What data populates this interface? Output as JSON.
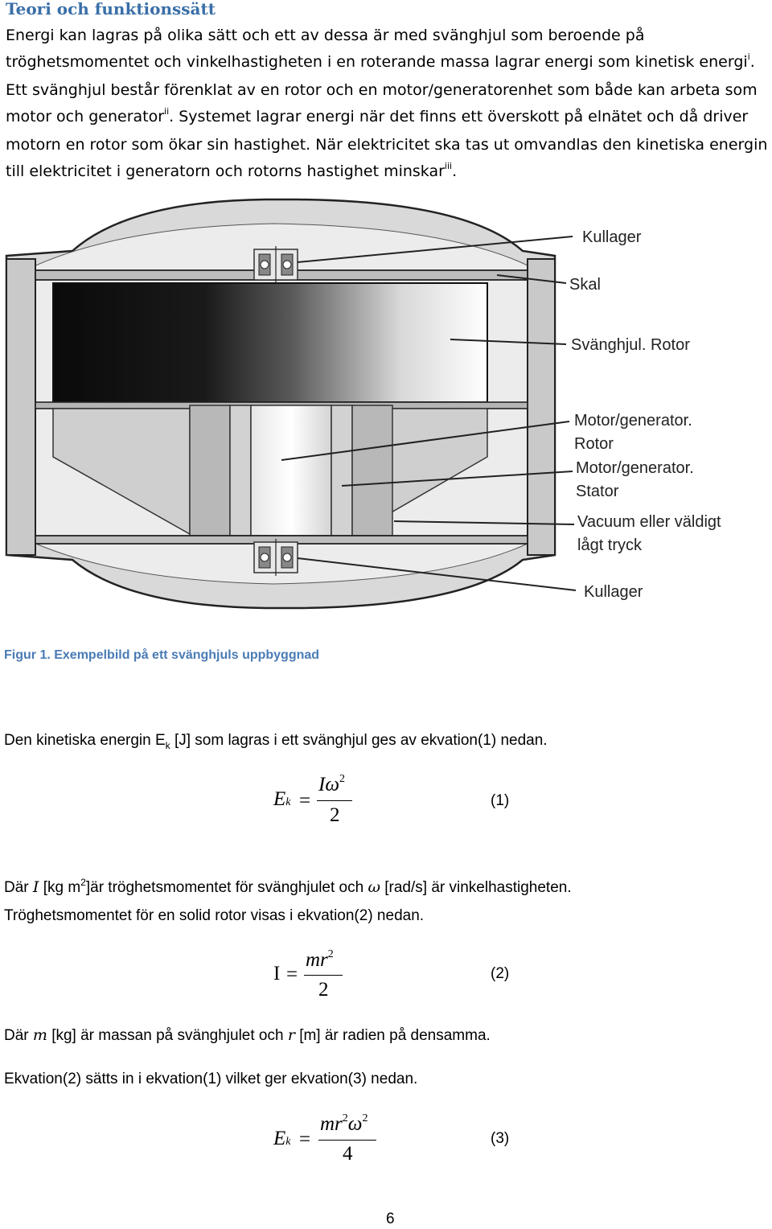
{
  "heading": "Teori och funktionssätt",
  "intro": {
    "p1": "Energi kan lagras på olika sätt och ett av dessa är med svänghjul som beroende på tröghetsmomentet och vinkelhastigheten i en roterande massa lagrar energi som kinetisk energi",
    "ref1": "i",
    "p2": ". Ett svänghjul består förenklat av en rotor och en motor/generatorenhet som både kan arbeta som motor och generator",
    "ref2": "ii",
    "p3": ". Systemet lagrar energi när det finns ett överskott på elnätet och då driver motorn en rotor som ökar sin hastighet. När elektricitet ska tas ut omvandlas den kinetiska energin till elektricitet i generatorn och rotorns hastighet minskar",
    "ref3": "iii",
    "p4": "."
  },
  "figure": {
    "labels": {
      "kullager_top": "Kullager",
      "skal": "Skal",
      "rotor": "Svänghjul. Rotor",
      "mg_rotor_1": "Motor/generator.",
      "mg_rotor_2": "Rotor",
      "mg_stator_1": "Motor/generator.",
      "mg_stator_2": "Stator",
      "vacuum_1": "Vacuum eller väldigt",
      "vacuum_2": "lågt tryck",
      "kullager_bottom": "Kullager"
    }
  },
  "caption": "Figur 1. Exempelbild på ett svänghjuls uppbyggnad",
  "para1": {
    "a": "Den kinetiska energin E",
    "sub": "k",
    "b": " [J] som lagras i ett svänghjul ges av ekvation(1) nedan."
  },
  "eq1": {
    "lhs": "E",
    "lhs_sub": "k",
    "equals": "=",
    "num": "Iω",
    "num_sup": "2",
    "den": "2",
    "label": "(1)"
  },
  "para2": {
    "a": "Där ",
    "sym1": "I",
    "b": " [kg m",
    "sup": "2",
    "c": "]är tröghetsmomentet för svänghjulet och ",
    "sym2": "ω",
    "d": " [rad/s] är vinkelhastigheten.",
    "line2": "Tröghetsmomentet för en solid rotor visas i ekvation(2) nedan."
  },
  "eq2": {
    "lhs": "I",
    "equals": "=",
    "num": "mr",
    "num_sup": "2",
    "den": "2",
    "label": "(2)"
  },
  "para3": {
    "a": "Där ",
    "sym1": "m",
    "b": " [kg] är massan på svänghjulet och ",
    "sym2": "r",
    "c": " [m] är radien på densamma."
  },
  "para4": "Ekvation(2) sätts in i ekvation(1) vilket ger ekvation(3) nedan.",
  "eq3": {
    "lhs": "E",
    "lhs_sub": "k",
    "equals": "=",
    "num_a": "mr",
    "num_sup_a": "2",
    "num_b": "ω",
    "num_sup_b": "2",
    "den": "4",
    "label": "(3)"
  },
  "page_number": "6"
}
